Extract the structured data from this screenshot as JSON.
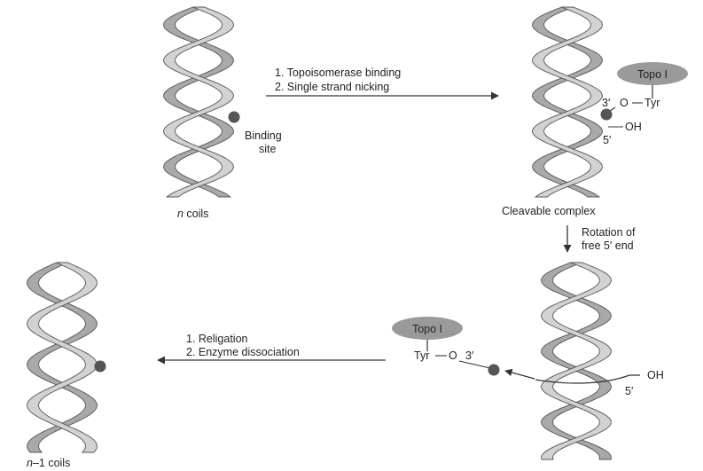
{
  "step1": {
    "line1": "1. Topoisomerase binding",
    "line2": "2. Single strand nicking"
  },
  "binding_site": {
    "line1": "Binding",
    "line2": "site"
  },
  "n_coils": {
    "var": "n",
    "rest": " coils"
  },
  "cleavable": {
    "enzyme": "Topo I",
    "three_prime": "3′",
    "o": "O",
    "tyr": "Tyr",
    "oh": "OH",
    "five_prime": "5′",
    "caption": "Cleavable complex"
  },
  "rotation": {
    "line1": "Rotation of",
    "line2": "free 5′ end"
  },
  "step3": {
    "line1": "1. Religation",
    "line2": "2. Enzyme dissociation",
    "enzyme": "Topo I",
    "tyr": "Tyr",
    "o": "O",
    "three_prime": "3′",
    "oh": "OH",
    "five_prime": "5′"
  },
  "n_minus_1_coils": {
    "var": "n",
    "rest": "–1 coils"
  },
  "colors": {
    "ribbon_fill": "#d2d2d2",
    "ribbon_back": "#a9a9a9",
    "ribbon_edge": "#555555",
    "dot": "#555555",
    "enzyme_fill": "#9a9a9a",
    "arrow": "#333333"
  }
}
